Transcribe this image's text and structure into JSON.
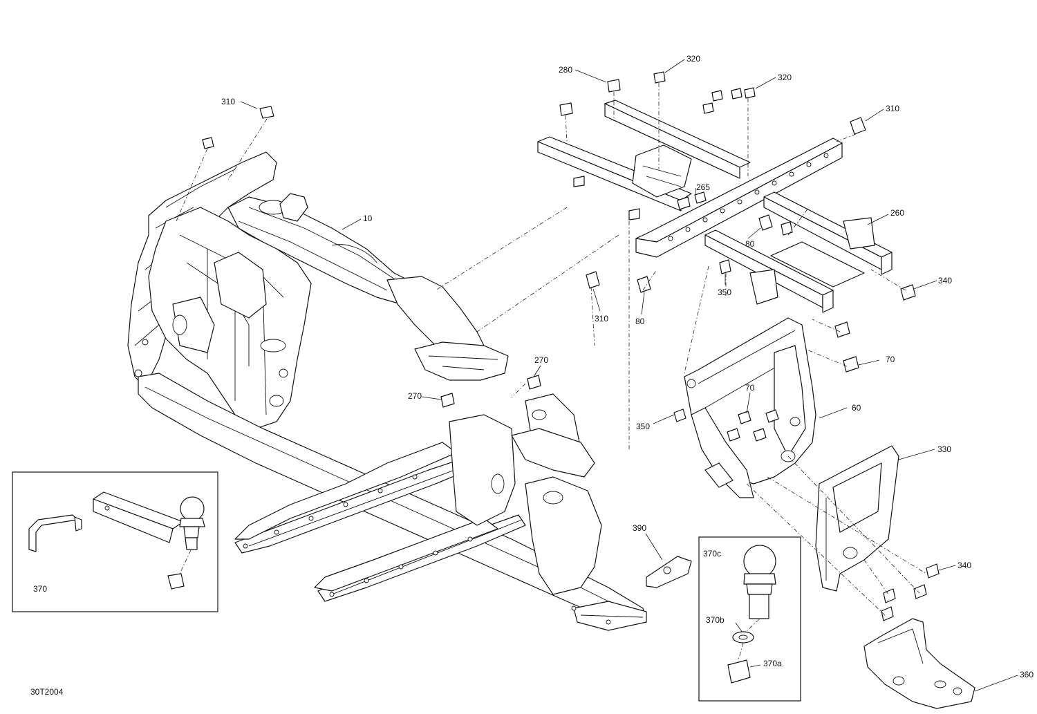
{
  "diagram": {
    "id_label": "30T2004",
    "callouts": [
      {
        "key": "c10",
        "label": "10"
      },
      {
        "key": "c60",
        "label": "60"
      },
      {
        "key": "c70a",
        "label": "70"
      },
      {
        "key": "c70b",
        "label": "70"
      },
      {
        "key": "c80a",
        "label": "80"
      },
      {
        "key": "c80b",
        "label": "80"
      },
      {
        "key": "c260",
        "label": "260"
      },
      {
        "key": "c265",
        "label": "265"
      },
      {
        "key": "c270a",
        "label": "270"
      },
      {
        "key": "c270b",
        "label": "270"
      },
      {
        "key": "c280",
        "label": "280"
      },
      {
        "key": "c310a",
        "label": "310"
      },
      {
        "key": "c310b",
        "label": "310"
      },
      {
        "key": "c310c",
        "label": "310"
      },
      {
        "key": "c320a",
        "label": "320"
      },
      {
        "key": "c320b",
        "label": "320"
      },
      {
        "key": "c330",
        "label": "330"
      },
      {
        "key": "c340a",
        "label": "340"
      },
      {
        "key": "c340b",
        "label": "340"
      },
      {
        "key": "c350a",
        "label": "350"
      },
      {
        "key": "c350b",
        "label": "350"
      },
      {
        "key": "c360",
        "label": "360"
      },
      {
        "key": "c370",
        "label": "370"
      },
      {
        "key": "c370a",
        "label": "370a"
      },
      {
        "key": "c370b",
        "label": "370b"
      },
      {
        "key": "c370c",
        "label": "370c"
      },
      {
        "key": "c390",
        "label": "390"
      }
    ]
  }
}
